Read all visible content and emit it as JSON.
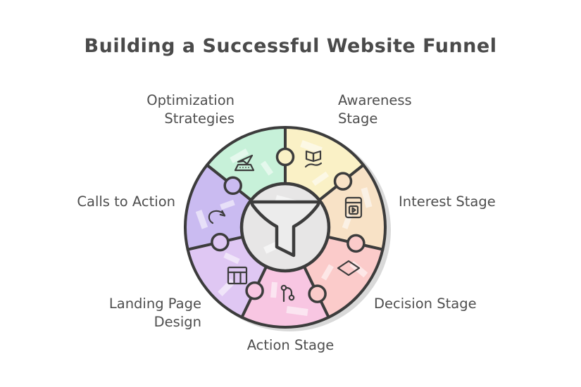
{
  "title": "Building a Successful Website Funnel",
  "colors": {
    "outline": "#3c3c3c",
    "text": "#4e4e4e",
    "background": "#ffffff",
    "shadow": "#d9d9d9"
  },
  "center": {
    "icon": "funnel-icon",
    "fill": "#e7e6e6",
    "funnel_fill": "#ececec"
  },
  "segments": [
    {
      "label": "Awareness Stage",
      "icon": "book-hand-icon",
      "color": "#faf1c6"
    },
    {
      "label": "Interest Stage",
      "icon": "video-book-icon",
      "color": "#f8e2c6"
    },
    {
      "label": "Decision Stage",
      "icon": "diamond-icon",
      "color": "#fbcbca"
    },
    {
      "label": "Action Stage",
      "icon": "git-branch-icon",
      "color": "#f8c6e2"
    },
    {
      "label": "Landing Page Design",
      "icon": "layout-icon",
      "color": "#dfc7f3"
    },
    {
      "label": "Calls to Action",
      "icon": "redo-arrow-icon",
      "color": "#cabbf1"
    },
    {
      "label": "Optimization Strategies",
      "icon": "launch-icon",
      "color": "#c7f1d9"
    }
  ]
}
